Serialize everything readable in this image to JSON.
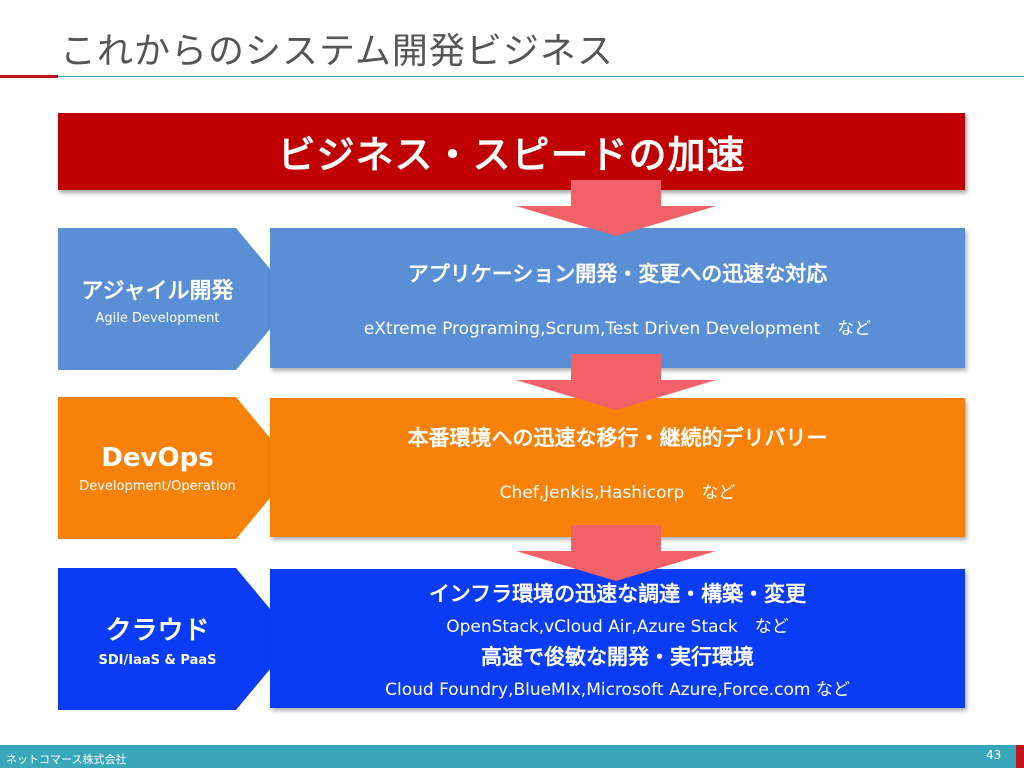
{
  "title": "これからのシステム開発ビジネス",
  "banner": "ビジネス・スピードの加速",
  "rows": [
    {
      "chevron_title": "アジャイル開発",
      "chevron_sub": "Agile Development",
      "lines": [
        {
          "text": "アプリケーション開発・変更への迅速な対応",
          "bold": true
        },
        {
          "text": "eXtreme Programing,Scrum,Test Driven Development　など",
          "bold": false
        }
      ]
    },
    {
      "chevron_title": "DevOps",
      "chevron_sub": "Development/Operation",
      "lines": [
        {
          "text": "本番環境への迅速な移行・継続的デリバリー",
          "bold": true
        },
        {
          "text": "Chef,Jenkis,Hashicorp　など",
          "bold": false
        }
      ]
    },
    {
      "chevron_title": "クラウド",
      "chevron_sub": "SDI/IaaS & PaaS",
      "lines": [
        {
          "text": "インフラ環境の迅速な調達・構築・変更",
          "bold": true
        },
        {
          "text": "OpenStack,vCloud Air,Azure Stack　など",
          "bold": false
        },
        {
          "text": "高速で俊敏な開発・実行環境",
          "bold": true
        },
        {
          "text": "Cloud Foundry,BlueMIx,Microsoft Azure,Force.com など",
          "bold": false
        }
      ]
    }
  ],
  "footer": {
    "company": "ネットコマース株式会社",
    "page": "43"
  },
  "colors": {
    "banner": "#c00000",
    "arrow": "#f06168",
    "agile": "#5a8fd6",
    "devops": "#f88209",
    "cloud": "#0a3cf5",
    "footer": "#3aa6b9"
  }
}
